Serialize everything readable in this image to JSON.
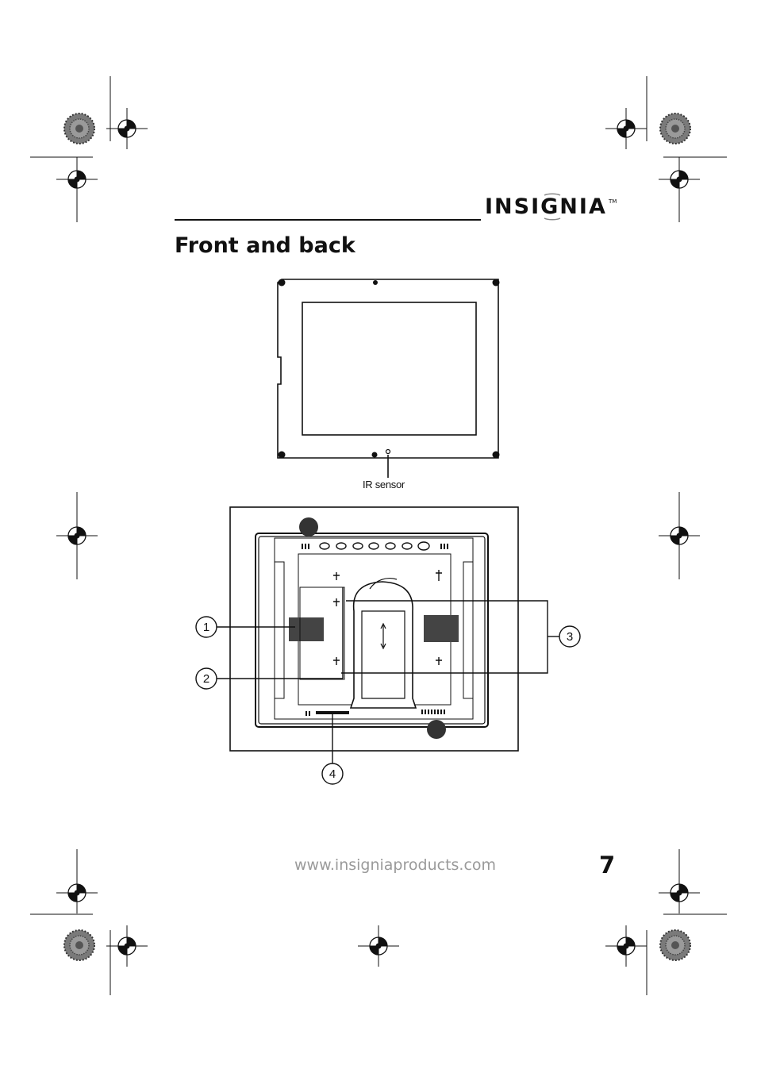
{
  "header": {
    "brand": "INSIGNIA",
    "trademark": "TM"
  },
  "page_title": "Front and back",
  "front_view": {
    "ir_label": "IR sensor"
  },
  "back_view": {
    "callouts": [
      "1",
      "2",
      "3",
      "4"
    ]
  },
  "footer": {
    "url": "www.insigniaproducts.com",
    "page_number": "7"
  }
}
